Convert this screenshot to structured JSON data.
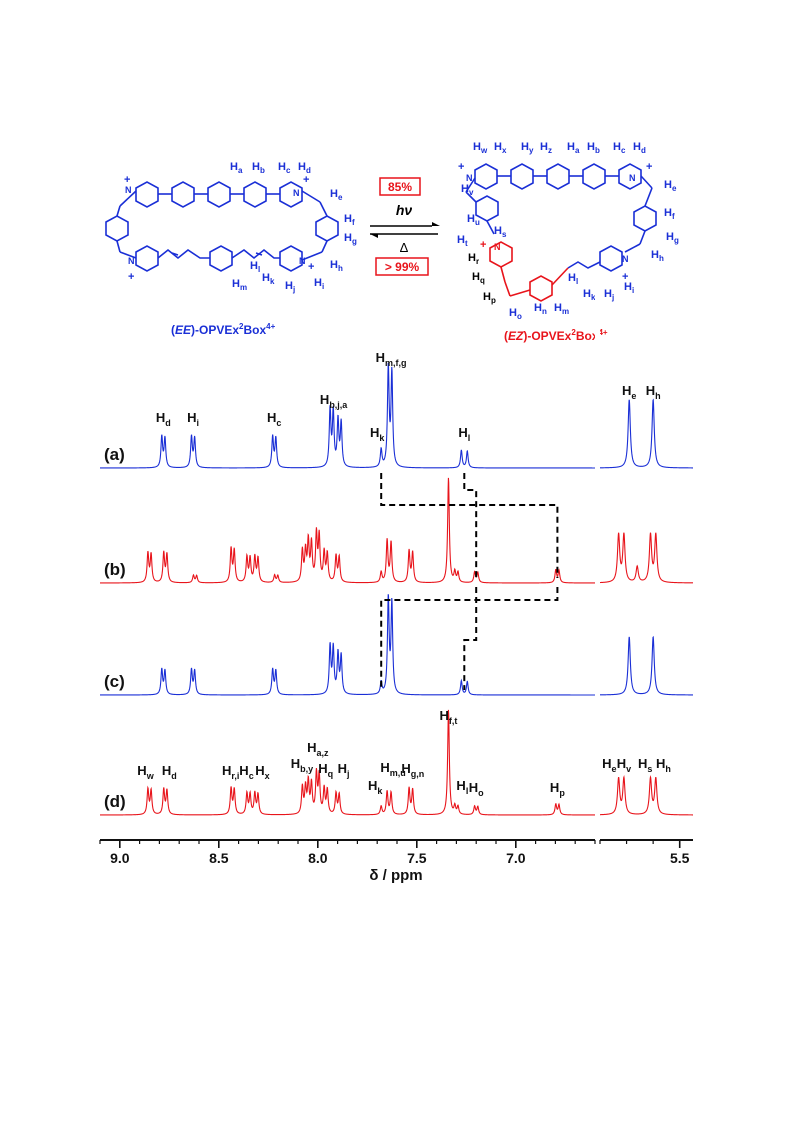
{
  "scheme": {
    "left_label": "(EE)-OPVEx²Box⁴⁺",
    "left_label_parts": {
      "open": "(",
      "iso": "EE",
      "rest": ")-OPVEx",
      "sup1": "2",
      "mid": "Box",
      "sup2": "4+"
    },
    "right_label_parts": {
      "open": "(",
      "iso": "EZ",
      "rest": ")-OPVEx",
      "sup1": "2",
      "mid": "Box",
      "sup2": "4+"
    },
    "forward_yield": "85%",
    "reverse_yield": "> 99%",
    "forward_condition": "hν",
    "reverse_condition": "Δ",
    "left_h_labels": [
      "a",
      "b",
      "c",
      "d",
      "e",
      "f",
      "g",
      "h",
      "i",
      "j",
      "k",
      "l",
      "m"
    ],
    "right_h_labels": [
      "w",
      "x",
      "y",
      "z",
      "a",
      "b",
      "c",
      "d",
      "e",
      "f",
      "g",
      "h",
      "i",
      "j",
      "k",
      "l",
      "m",
      "n",
      "o",
      "p",
      "q",
      "r",
      "s",
      "t",
      "u",
      "v"
    ],
    "colors": {
      "EE": "#1a2fd6",
      "EZ": "#e8141b",
      "arrow": "#000000"
    }
  },
  "chart_data": {
    "type": "line",
    "title": "",
    "xlabel": "δ / ppm",
    "ylabel": "",
    "x_reversed": true,
    "x_break": [
      5.8,
      6.6
    ],
    "xlim_main": [
      9.1,
      6.6
    ],
    "xlim_right": [
      5.8,
      5.45
    ],
    "xticks": [
      9.0,
      8.5,
      8.0,
      7.5,
      7.0,
      5.5
    ],
    "xtick_labels": [
      "9.0",
      "8.5",
      "8.0",
      "7.5",
      "7.0",
      "5.5"
    ],
    "grid": false,
    "legend": "none",
    "series": [
      {
        "name": "(a)",
        "color": "#1a2fd6",
        "peaks": [
          {
            "ppm": 8.78,
            "h": 0.28,
            "mult": 2,
            "j": 0.016
          },
          {
            "ppm": 8.63,
            "h": 0.28,
            "mult": 2,
            "j": 0.016
          },
          {
            "ppm": 8.22,
            "h": 0.28,
            "mult": 2,
            "j": 0.016
          },
          {
            "ppm": 7.93,
            "h": 0.52,
            "mult": 2,
            "j": 0.016
          },
          {
            "ppm": 7.89,
            "h": 0.42,
            "mult": 2,
            "j": 0.016
          },
          {
            "ppm": 7.68,
            "h": 0.16,
            "mult": 1,
            "j": 0
          },
          {
            "ppm": 7.635,
            "h": 0.9,
            "mult": 2,
            "j": 0.018
          },
          {
            "ppm": 7.26,
            "h": 0.16,
            "mult": 2,
            "j": 0.03
          },
          {
            "ppm": 5.69,
            "h": 0.62,
            "mult": 1,
            "j": 0
          },
          {
            "ppm": 5.6,
            "h": 0.62,
            "mult": 1,
            "j": 0
          }
        ],
        "annotations": [
          {
            "label": "d",
            "ppm": 8.78
          },
          {
            "label": "i",
            "ppm": 8.63
          },
          {
            "label": "c",
            "ppm": 8.22
          },
          {
            "label": "b,j,a",
            "ppm": 7.92
          },
          {
            "label": "k",
            "ppm": 7.7
          },
          {
            "label": "m,f,g",
            "ppm": 7.63
          },
          {
            "label": "l",
            "ppm": 7.26
          },
          {
            "label": "e",
            "ppm": 5.69
          },
          {
            "label": "h",
            "ppm": 5.6
          }
        ]
      },
      {
        "name": "(b)",
        "color": "#e8141b",
        "peaks": [
          {
            "ppm": 8.85,
            "h": 0.28,
            "mult": 2,
            "j": 0.016
          },
          {
            "ppm": 8.77,
            "h": 0.28,
            "mult": 2,
            "j": 0.016
          },
          {
            "ppm": 8.62,
            "h": 0.07,
            "mult": 2,
            "j": 0.016
          },
          {
            "ppm": 8.43,
            "h": 0.32,
            "mult": 2,
            "j": 0.016
          },
          {
            "ppm": 8.35,
            "h": 0.24,
            "mult": 2,
            "j": 0.016
          },
          {
            "ppm": 8.31,
            "h": 0.24,
            "mult": 2,
            "j": 0.016
          },
          {
            "ppm": 8.21,
            "h": 0.07,
            "mult": 2,
            "j": 0.016
          },
          {
            "ppm": 8.07,
            "h": 0.3,
            "mult": 2,
            "j": 0.016
          },
          {
            "ppm": 8.04,
            "h": 0.38,
            "mult": 2,
            "j": 0.016
          },
          {
            "ppm": 8.0,
            "h": 0.45,
            "mult": 2,
            "j": 0.014
          },
          {
            "ppm": 7.96,
            "h": 0.28,
            "mult": 2,
            "j": 0.016
          },
          {
            "ppm": 7.9,
            "h": 0.25,
            "mult": 2,
            "j": 0.016
          },
          {
            "ppm": 7.68,
            "h": 0.1,
            "mult": 1,
            "j": 0
          },
          {
            "ppm": 7.64,
            "h": 0.4,
            "mult": 2,
            "j": 0.02
          },
          {
            "ppm": 7.53,
            "h": 0.3,
            "mult": 2,
            "j": 0.018
          },
          {
            "ppm": 7.34,
            "h": 1.0,
            "mult": 1,
            "j": 0
          },
          {
            "ppm": 7.3,
            "h": 0.1,
            "mult": 2,
            "j": 0.016
          },
          {
            "ppm": 7.2,
            "h": 0.1,
            "mult": 2,
            "j": 0.016
          },
          {
            "ppm": 6.79,
            "h": 0.12,
            "mult": 2,
            "j": 0.016
          },
          {
            "ppm": 5.73,
            "h": 0.45,
            "mult": 1,
            "j": 0
          },
          {
            "ppm": 5.71,
            "h": 0.45,
            "mult": 1,
            "j": 0
          },
          {
            "ppm": 5.66,
            "h": 0.15,
            "mult": 1,
            "j": 0
          },
          {
            "ppm": 5.61,
            "h": 0.45,
            "mult": 1,
            "j": 0
          },
          {
            "ppm": 5.59,
            "h": 0.45,
            "mult": 1,
            "j": 0
          }
        ],
        "annotations": []
      },
      {
        "name": "(c)",
        "color": "#1a2fd6",
        "peaks": [
          {
            "ppm": 8.78,
            "h": 0.25,
            "mult": 2,
            "j": 0.016
          },
          {
            "ppm": 8.63,
            "h": 0.25,
            "mult": 2,
            "j": 0.016
          },
          {
            "ppm": 8.22,
            "h": 0.25,
            "mult": 2,
            "j": 0.016
          },
          {
            "ppm": 7.93,
            "h": 0.48,
            "mult": 2,
            "j": 0.016
          },
          {
            "ppm": 7.89,
            "h": 0.4,
            "mult": 2,
            "j": 0.016
          },
          {
            "ppm": 7.68,
            "h": 0.12,
            "mult": 1,
            "j": 0
          },
          {
            "ppm": 7.635,
            "h": 0.95,
            "mult": 2,
            "j": 0.018
          },
          {
            "ppm": 7.26,
            "h": 0.14,
            "mult": 2,
            "j": 0.03
          },
          {
            "ppm": 5.69,
            "h": 0.58,
            "mult": 1,
            "j": 0
          },
          {
            "ppm": 5.6,
            "h": 0.58,
            "mult": 1,
            "j": 0
          }
        ],
        "annotations": []
      },
      {
        "name": "(d)",
        "color": "#e8141b",
        "peaks": [
          {
            "ppm": 8.85,
            "h": 0.24,
            "mult": 2,
            "j": 0.016
          },
          {
            "ppm": 8.77,
            "h": 0.24,
            "mult": 2,
            "j": 0.016
          },
          {
            "ppm": 8.43,
            "h": 0.25,
            "mult": 2,
            "j": 0.016
          },
          {
            "ppm": 8.35,
            "h": 0.2,
            "mult": 2,
            "j": 0.016
          },
          {
            "ppm": 8.31,
            "h": 0.2,
            "mult": 2,
            "j": 0.016
          },
          {
            "ppm": 8.07,
            "h": 0.26,
            "mult": 2,
            "j": 0.016
          },
          {
            "ppm": 8.04,
            "h": 0.3,
            "mult": 2,
            "j": 0.016
          },
          {
            "ppm": 8.0,
            "h": 0.38,
            "mult": 2,
            "j": 0.014
          },
          {
            "ppm": 7.96,
            "h": 0.24,
            "mult": 2,
            "j": 0.016
          },
          {
            "ppm": 7.9,
            "h": 0.2,
            "mult": 2,
            "j": 0.016
          },
          {
            "ppm": 7.68,
            "h": 0.08,
            "mult": 1,
            "j": 0
          },
          {
            "ppm": 7.64,
            "h": 0.22,
            "mult": 2,
            "j": 0.02
          },
          {
            "ppm": 7.53,
            "h": 0.25,
            "mult": 2,
            "j": 0.018
          },
          {
            "ppm": 7.34,
            "h": 1.0,
            "mult": 1,
            "j": 0
          },
          {
            "ppm": 7.3,
            "h": 0.08,
            "mult": 2,
            "j": 0.016
          },
          {
            "ppm": 7.2,
            "h": 0.08,
            "mult": 2,
            "j": 0.016
          },
          {
            "ppm": 6.79,
            "h": 0.1,
            "mult": 2,
            "j": 0.016
          },
          {
            "ppm": 5.73,
            "h": 0.34,
            "mult": 1,
            "j": 0
          },
          {
            "ppm": 5.71,
            "h": 0.34,
            "mult": 1,
            "j": 0
          },
          {
            "ppm": 5.61,
            "h": 0.34,
            "mult": 1,
            "j": 0
          },
          {
            "ppm": 5.59,
            "h": 0.34,
            "mult": 1,
            "j": 0
          }
        ],
        "annotations": [
          {
            "label": "w",
            "ppm": 8.85
          },
          {
            "label": "d",
            "ppm": 8.77
          },
          {
            "label": "r,i",
            "ppm": 8.44
          },
          {
            "label": "c",
            "ppm": 8.35
          },
          {
            "label": "x",
            "ppm": 8.3
          },
          {
            "label": "b,y",
            "ppm": 8.08
          },
          {
            "label": "a,z",
            "ppm": 8.0
          },
          {
            "label": "q",
            "ppm": 7.95
          },
          {
            "label": "j",
            "ppm": 7.89
          },
          {
            "label": "k",
            "ppm": 7.69
          },
          {
            "label": "m,u",
            "ppm": 7.62
          },
          {
            "label": "g,n",
            "ppm": 7.52
          },
          {
            "label": "f,t",
            "ppm": 7.34
          },
          {
            "label": "l",
            "ppm": 7.29
          },
          {
            "label": "o",
            "ppm": 7.2
          },
          {
            "label": "p",
            "ppm": 6.79
          },
          {
            "label": "e",
            "ppm": 5.75
          },
          {
            "label": "v",
            "ppm": 5.71
          },
          {
            "label": "s",
            "ppm": 5.63
          },
          {
            "label": "h",
            "ppm": 5.58
          }
        ]
      }
    ]
  }
}
